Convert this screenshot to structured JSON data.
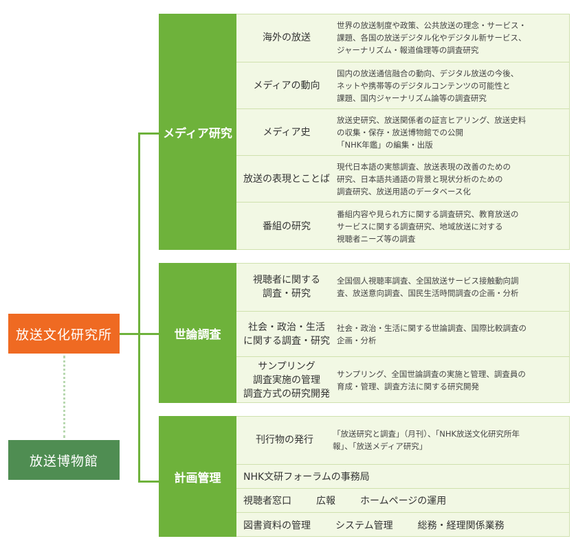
{
  "root": {
    "label": "放送文化研究所"
  },
  "museum": {
    "label": "放送博物館"
  },
  "media": {
    "label": "メディア研究",
    "rows": [
      {
        "name": "海外の放送",
        "desc": "世界の放送制度や政策、公共放送の理念・サービス・\n課題、各国の放送デジタル化やデジタル新サービス、\nジャーナリズム・報道倫理等の調査研究"
      },
      {
        "name": "メディアの動向",
        "desc": "国内の放送通信融合の動向、デジタル放送の今後、\nネットや携帯等のデジタルコンテンツの可能性と\n課題、国内ジャーナリズム論等の調査研究"
      },
      {
        "name": "メディア史",
        "desc": "放送史研究、放送関係者の証言ヒアリング、放送史料\nの収集・保存・放送博物館での公開\n「NHK年鑑」の編集・出版"
      },
      {
        "name": "放送の表現とことば",
        "desc": "現代日本語の実態調査、放送表現の改善のための\n研究、日本語共通語の背景と現状分析のための\n調査研究、放送用語のデータベース化"
      },
      {
        "name": "番組の研究",
        "desc": "番組内容や見られ方に関する調査研究、教育放送の\nサービスに関する調査研究、地域放送に対する\n視聴者ニーズ等の調査"
      }
    ]
  },
  "opinion": {
    "label": "世論調査",
    "rows": [
      {
        "name": "視聴者に関する\n調査・研究",
        "desc": "全国個人視聴率調査、全国放送サービス接触動向調\n査、放送意向調査、国民生活時間調査の企画・分析"
      },
      {
        "name": "社会・政治・生活\nに関する調査・研究",
        "desc": "社会・政治・生活に関する世論調査、国際比較調査の\n企画・分析"
      },
      {
        "name": "サンプリング\n調査実施の管理\n調査方式の研究開発",
        "desc": "サンプリング、全国世論調査の実施と管理、調査員の\n育成・管理、調査方法に関する研究開発"
      }
    ]
  },
  "planning": {
    "label": "計画管理",
    "publication": {
      "name": "刊行物の発行",
      "desc": "「放送研究と調査」（月刊）、「NHK放送文化研究所年\n報」、「放送メディア研究」"
    },
    "forum": "NHK文研フォーラムの事務局",
    "row3": [
      "視聴者窓口",
      "広報",
      "ホームページの運用"
    ],
    "row4": [
      "図書資料の管理",
      "システム管理",
      "総務・経理関係業務"
    ]
  }
}
